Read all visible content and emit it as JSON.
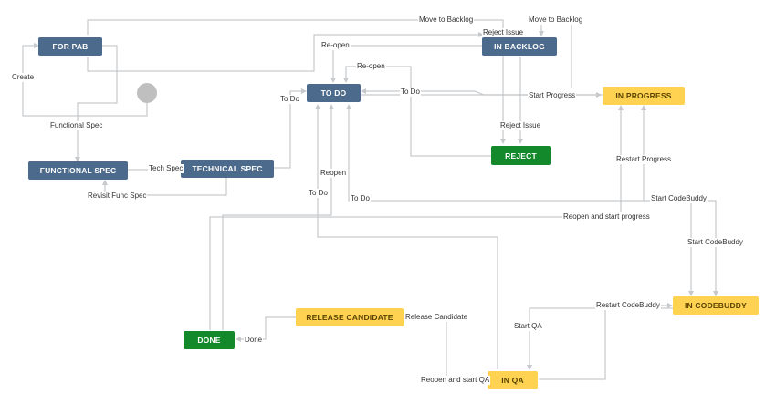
{
  "colors": {
    "blue": "#4c6a8c",
    "green": "#14892c",
    "yellow": "#ffd351",
    "line": "#c6c9cc",
    "start": "#bfbfbf"
  },
  "nodes": {
    "for_pab": "FOR PAB",
    "in_backlog": "IN BACKLOG",
    "to_do": "TO DO",
    "in_progress": "IN PROGRESS",
    "reject": "REJECT",
    "functional_spec": "FUNCTIONAL SPEC",
    "technical_spec": "TECHNICAL SPEC",
    "release_candidate": "RELEASE CANDIDATE",
    "done": "DONE",
    "in_codebuddy": "IN CODEBUDDY",
    "in_qa": "IN QA"
  },
  "transitions": {
    "move_to_backlog_1": "Move to Backlog",
    "move_to_backlog_2": "Move to Backlog",
    "reject_issue_1": "Reject Issue",
    "re_open_1": "Re-open",
    "re_open_2": "Re-open",
    "create": "Create",
    "to_do_1": "To Do",
    "to_do_2": "To Do",
    "start_progress": "Start Progress",
    "reject_issue_2": "Reject Issue",
    "functional_spec": "Functional Spec",
    "tech_spec": "Tech Spec",
    "revisit_func_spec": "Revisit Func Spec",
    "restart_progress": "Restart Progress",
    "reopen": "Reopen",
    "to_do_3": "To Do",
    "to_do_4": "To Do",
    "start_codebuddy_1": "Start CodeBuddy",
    "reopen_and_start_progress": "Reopen and start progress",
    "start_codebuddy_2": "Start CodeBuddy",
    "restart_codebuddy": "Restart CodeBuddy",
    "release_candidate": "Release Candidate",
    "start_qa": "Start QA",
    "done": "Done",
    "reopen_and_start_qa": "Reopen and start QA"
  }
}
